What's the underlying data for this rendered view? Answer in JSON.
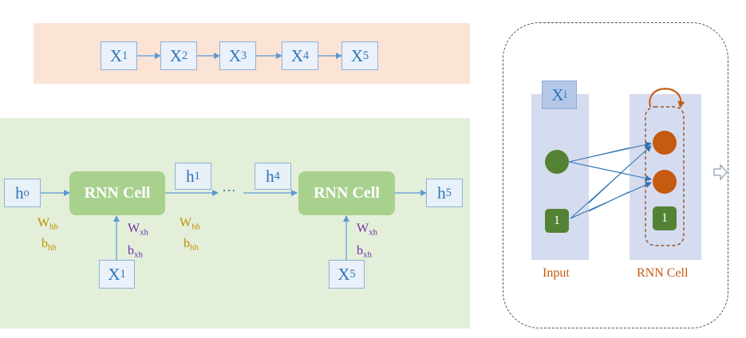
{
  "sequence": {
    "items": [
      {
        "base": "X",
        "sub": "1"
      },
      {
        "base": "X",
        "sub": "2"
      },
      {
        "base": "X",
        "sub": "3"
      },
      {
        "base": "X",
        "sub": "4"
      },
      {
        "base": "X",
        "sub": "5"
      }
    ]
  },
  "unrolled": {
    "h0": {
      "base": "h",
      "sub": "o"
    },
    "cell1_label": "RNN Cell",
    "h1": {
      "base": "h",
      "sub": "1"
    },
    "ellipsis": "···",
    "h4": {
      "base": "h",
      "sub": "4"
    },
    "cell2_label": "RNN Cell",
    "h5": {
      "base": "h",
      "sub": "5"
    },
    "input1": {
      "base": "X",
      "sub": "1"
    },
    "input2": {
      "base": "X",
      "sub": "5"
    },
    "w_hh_a": {
      "base": "W",
      "sub": "hh"
    },
    "b_hh_a": {
      "base": "b",
      "sub": "hh"
    },
    "w_xh_a": {
      "base": "W",
      "sub": "xh"
    },
    "b_xh_a": {
      "base": "b",
      "sub": "xh"
    },
    "w_hh_b": {
      "base": "W",
      "sub": "hh"
    },
    "b_hh_b": {
      "base": "b",
      "sub": "hh"
    },
    "w_xh_b": {
      "base": "W",
      "sub": "xh"
    },
    "b_xh_b": {
      "base": "b",
      "sub": "xh"
    }
  },
  "panel": {
    "input_header": {
      "base": "X",
      "sub": "i"
    },
    "bias_value": "1",
    "rnn_bias_value": "1",
    "input_label": "Input",
    "rnn_label": "RNN Cell"
  },
  "colors": {
    "accent_blue": "#2e75b6",
    "cell_green": "#a9d18e",
    "node_green": "#548235",
    "node_orange": "#c55a11",
    "weight_gold": "#bf9000",
    "weight_purple": "#7030a0"
  }
}
